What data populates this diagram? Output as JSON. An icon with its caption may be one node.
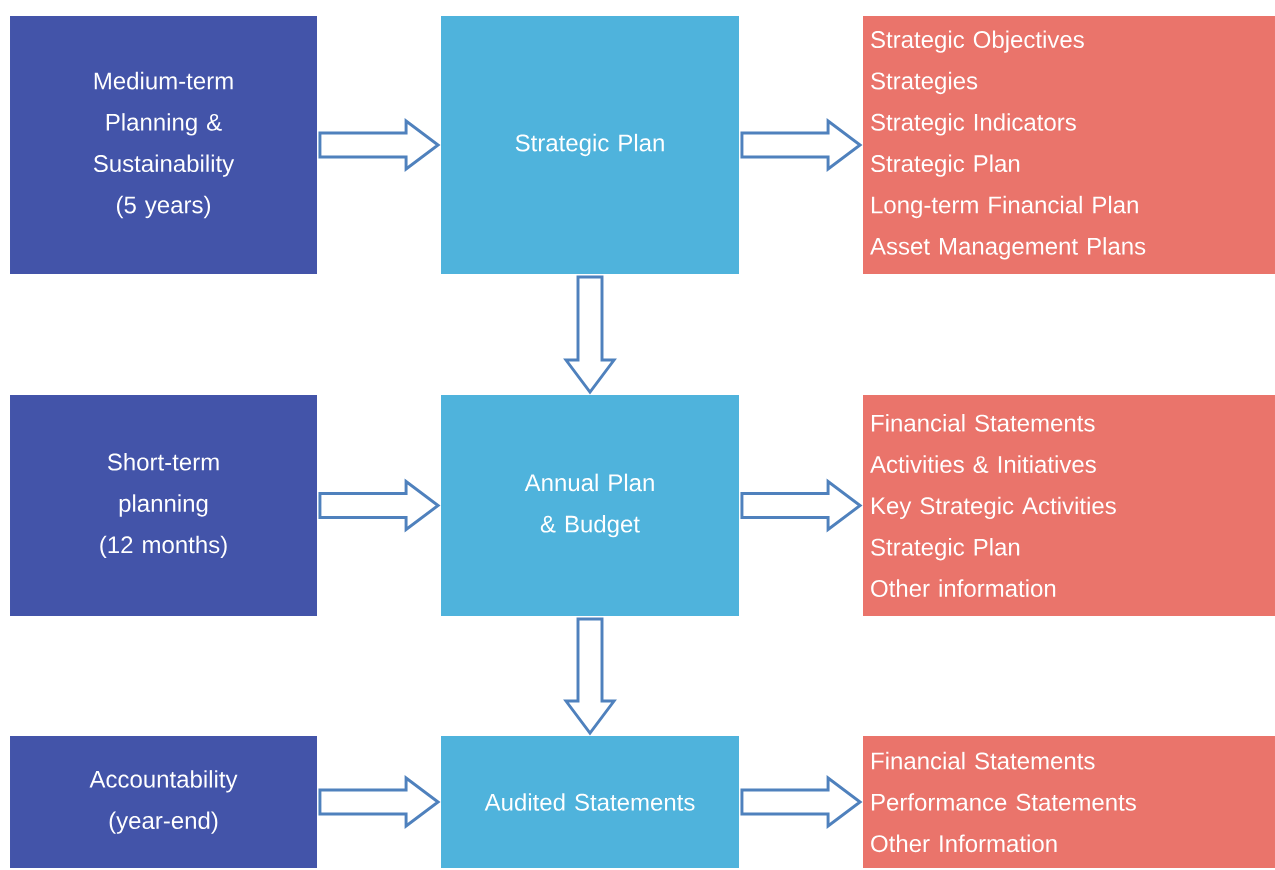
{
  "diagram": {
    "nodes": [
      {
        "text": [
          "Medium-term Planning & Sustainability",
          "(5 years)"
        ]
      },
      {
        "text": [
          "Strategic Plan"
        ]
      },
      {
        "text": [
          "Strategic Objectives",
          "Strategies",
          "Strategic Indicators",
          "Strategic Plan",
          "Long-term Financial Plan",
          "Asset Management Plans"
        ]
      },
      {
        "text": [
          "Short-term planning",
          "(12 months)"
        ]
      },
      {
        "text": [
          "Annual Plan & Budget"
        ]
      },
      {
        "text": [
          "Financial Statements",
          "Activities & Initiatives",
          "Key Strategic Activities",
          "Strategic Plan",
          "Other information"
        ]
      },
      {
        "text": [
          "Accountability",
          "(year-end)"
        ]
      },
      {
        "text": [
          "Audited Statements"
        ]
      },
      {
        "text": [
          "Financial Statements",
          "Performance Statements",
          "Other Information"
        ]
      }
    ],
    "edges": [
      {
        "from": 0,
        "to": 1,
        "arrow": "to"
      },
      {
        "from": 1,
        "to": 2,
        "arrow": "to"
      },
      {
        "from": 1,
        "to": 4,
        "arrow": "to"
      },
      {
        "from": 3,
        "to": 4,
        "arrow": "to"
      },
      {
        "from": 4,
        "to": 5,
        "arrow": "to"
      },
      {
        "from": 4,
        "to": 7,
        "arrow": "to"
      },
      {
        "from": 6,
        "to": 7,
        "arrow": "to"
      },
      {
        "from": 7,
        "to": 8,
        "arrow": "to"
      }
    ]
  }
}
